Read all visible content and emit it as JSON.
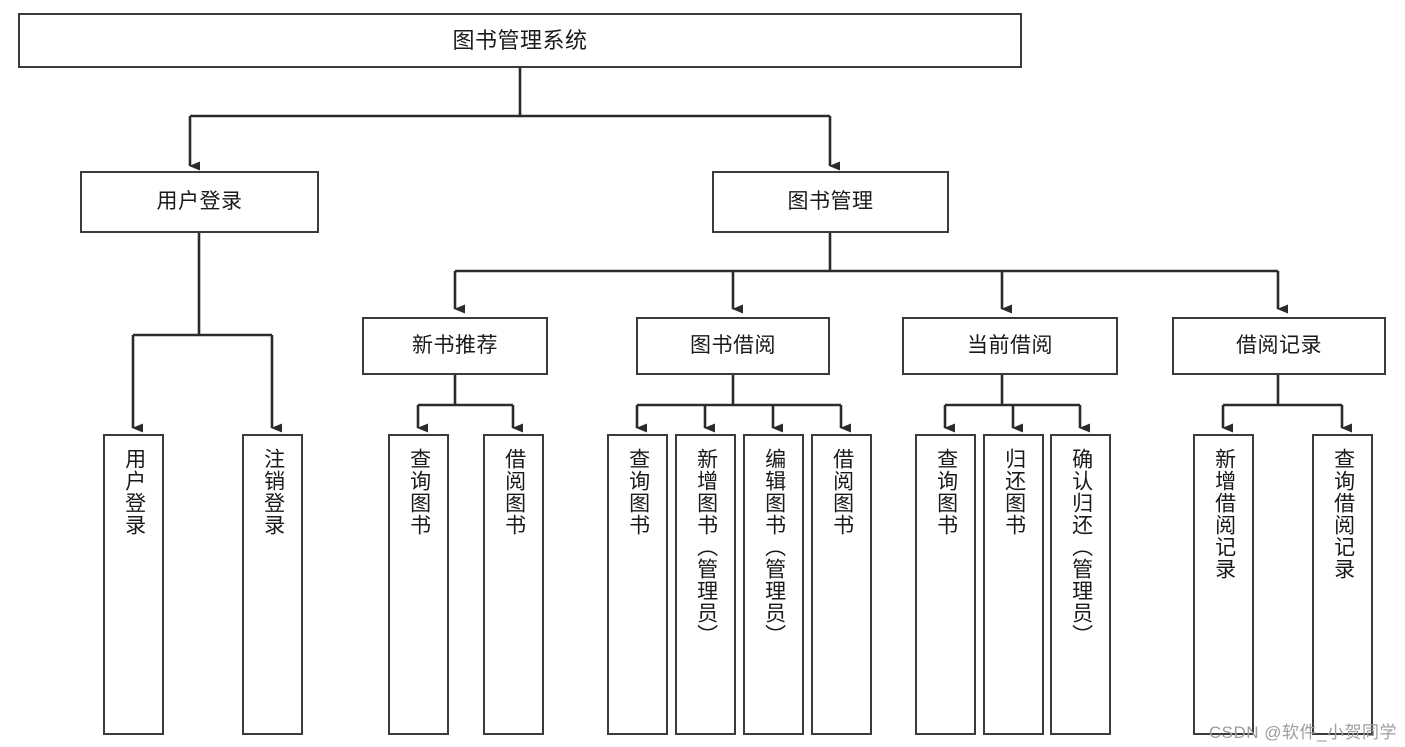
{
  "diagram": {
    "type": "tree-hierarchy-diagram",
    "title": "图书管理系统",
    "watermark": "CSDN @软件_小贺同学",
    "colors": {
      "box_border": "#3b3b3b",
      "box_fill": "#ffffff",
      "connector": "#2b2b2b",
      "text": "#1a1a1a",
      "watermark": "#9d9d9d"
    },
    "levels": {
      "root": {
        "label": "图书管理系统"
      },
      "level2": [
        {
          "label": "用户登录"
        },
        {
          "label": "图书管理"
        }
      ],
      "level3": [
        {
          "label": "新书推荐"
        },
        {
          "label": "图书借阅"
        },
        {
          "label": "当前借阅"
        },
        {
          "label": "借阅记录"
        }
      ],
      "leaves": {
        "user_login": [
          {
            "label": "用户登录"
          },
          {
            "label": "注销登录"
          }
        ],
        "new_book_recommend": [
          {
            "label": "查询图书"
          },
          {
            "label": "借阅图书"
          }
        ],
        "book_borrow": [
          {
            "label": "查询图书"
          },
          {
            "label": "新增图书（管理员）"
          },
          {
            "label": "编辑图书（管理员）"
          },
          {
            "label": "借阅图书"
          }
        ],
        "current_borrow": [
          {
            "label": "查询图书"
          },
          {
            "label": "归还图书"
          },
          {
            "label": "确认归还（管理员）"
          }
        ],
        "borrow_record": [
          {
            "label": "新增借阅记录"
          },
          {
            "label": "查询借阅记录"
          }
        ]
      }
    }
  }
}
